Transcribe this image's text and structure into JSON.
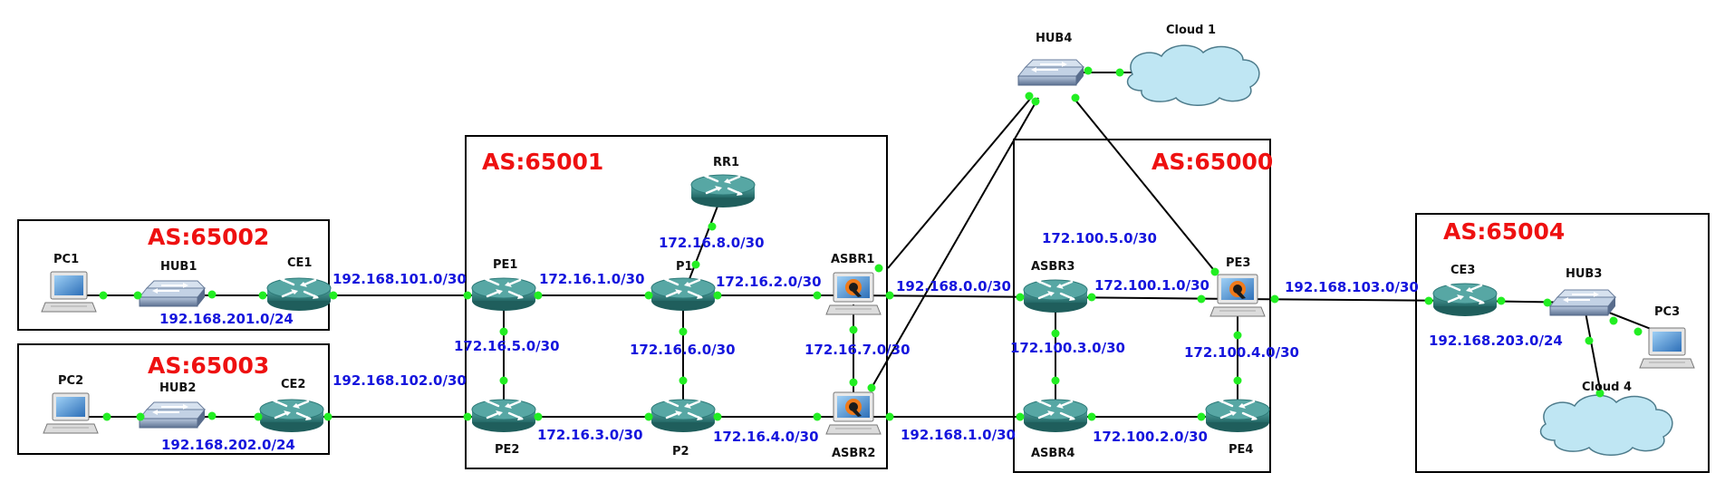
{
  "as_labels": {
    "as65001": "AS:65001",
    "as65000": "AS:65000",
    "as65002": "AS:65002",
    "as65003": "AS:65003",
    "as65004": "AS:65004"
  },
  "nodes": {
    "pc1": "PC1",
    "pc2": "PC2",
    "pc3": "PC3",
    "hub1": "HUB1",
    "hub2": "HUB2",
    "hub3": "HUB3",
    "hub4": "HUB4",
    "ce1": "CE1",
    "ce2": "CE2",
    "ce3": "CE3",
    "pe1": "PE1",
    "pe2": "PE2",
    "pe3": "PE3",
    "pe4": "PE4",
    "p1": "P1",
    "p2": "P2",
    "rr1": "RR1",
    "asbr1": "ASBR1",
    "asbr2": "ASBR2",
    "asbr3": "ASBR3",
    "asbr4": "ASBR4",
    "cloud1": "Cloud 1",
    "cloud4": "Cloud 4"
  },
  "subnets": {
    "s_201": "192.168.201.0/24",
    "s_202": "192.168.202.0/24",
    "s_203": "192.168.203.0/24",
    "s_101": "192.168.101.0/30",
    "s_102": "192.168.102.0/30",
    "s_103": "192.168.103.0/30",
    "s_1610": "172.16.1.0/30",
    "s_1620": "172.16.2.0/30",
    "s_1630": "172.16.3.0/30",
    "s_1640": "172.16.4.0/30",
    "s_1650": "172.16.5.0/30",
    "s_1660": "172.16.6.0/30",
    "s_1670": "172.16.7.0/30",
    "s_1680": "172.16.8.0/30",
    "s_00": "192.168.0.0/30",
    "s_10": "192.168.1.0/30",
    "s_1001": "172.100.1.0/30",
    "s_1002": "172.100.2.0/30",
    "s_1003": "172.100.3.0/30",
    "s_1004": "172.100.4.0/30",
    "s_1005": "172.100.5.0/30"
  },
  "colors": {
    "as_label": "#ee1111",
    "subnet_label": "#1515dd",
    "port_dot": "#22ee22",
    "router": "#3a8a88",
    "hub": "#7a8fae",
    "cloud": "#bfe6f3"
  }
}
